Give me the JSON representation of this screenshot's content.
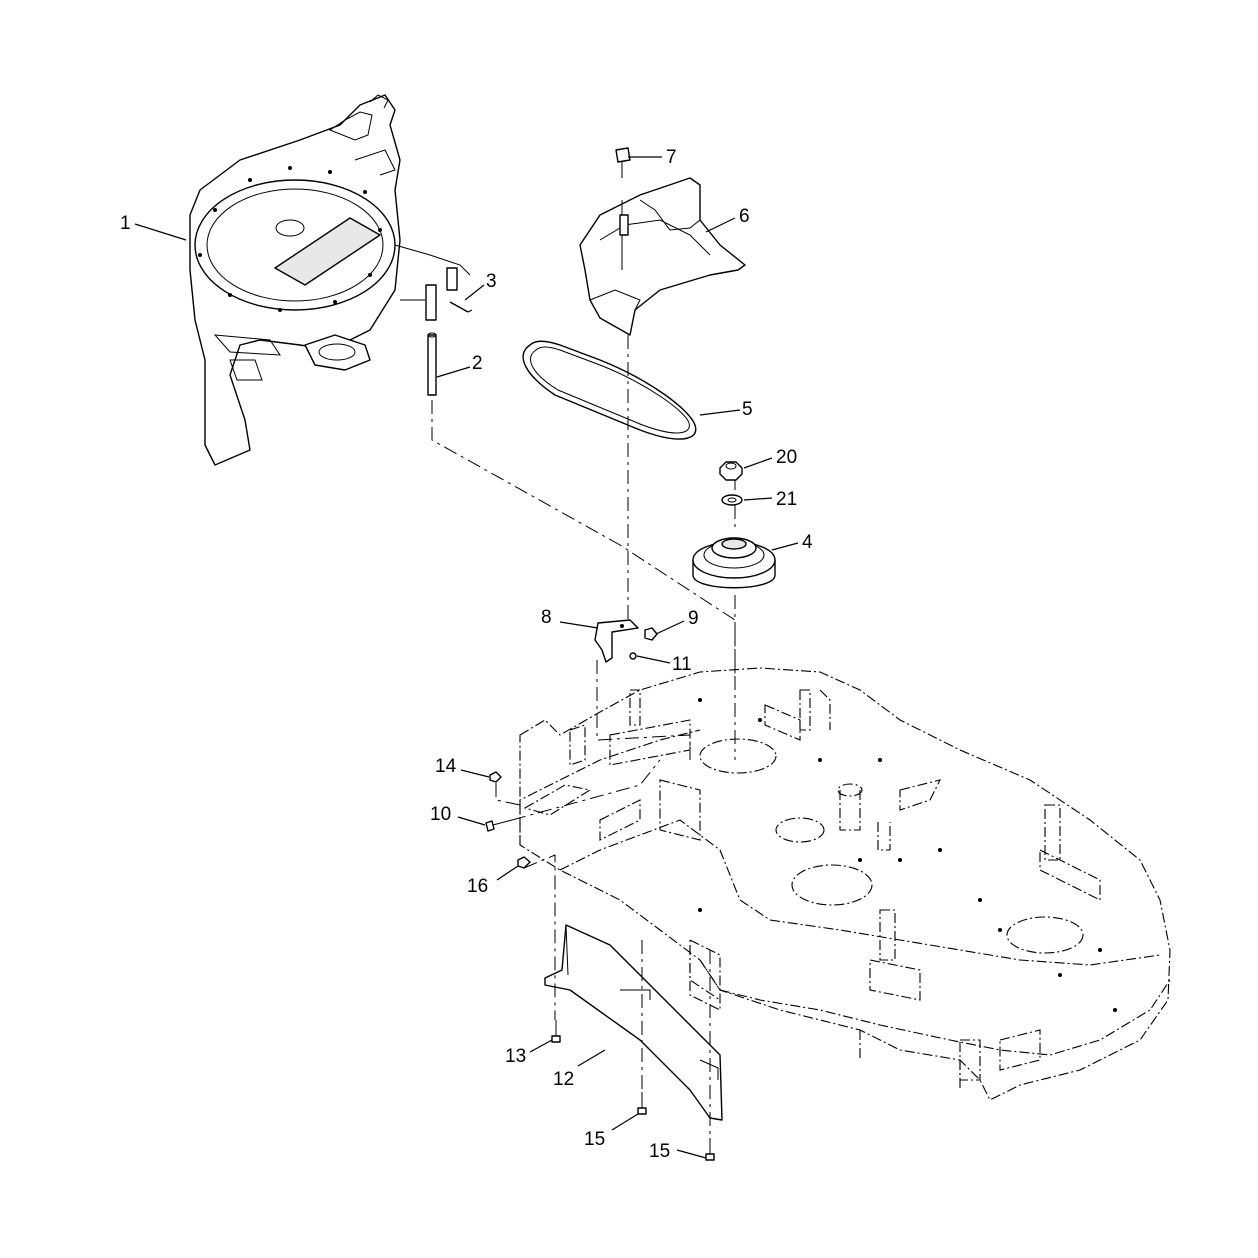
{
  "callouts": [
    {
      "id": "c1",
      "label": "1"
    },
    {
      "id": "c2",
      "label": "2"
    },
    {
      "id": "c3",
      "label": "3"
    },
    {
      "id": "c4",
      "label": "4"
    },
    {
      "id": "c5",
      "label": "5"
    },
    {
      "id": "c6",
      "label": "6"
    },
    {
      "id": "c7",
      "label": "7"
    },
    {
      "id": "c8",
      "label": "8"
    },
    {
      "id": "c9",
      "label": "9"
    },
    {
      "id": "c10",
      "label": "10"
    },
    {
      "id": "c11",
      "label": "11"
    },
    {
      "id": "c12",
      "label": "12"
    },
    {
      "id": "c13",
      "label": "13"
    },
    {
      "id": "c14",
      "label": "14"
    },
    {
      "id": "c15a",
      "label": "15"
    },
    {
      "id": "c15b",
      "label": "15"
    },
    {
      "id": "c16",
      "label": "16"
    },
    {
      "id": "c20",
      "label": "20"
    },
    {
      "id": "c21",
      "label": "21"
    }
  ]
}
